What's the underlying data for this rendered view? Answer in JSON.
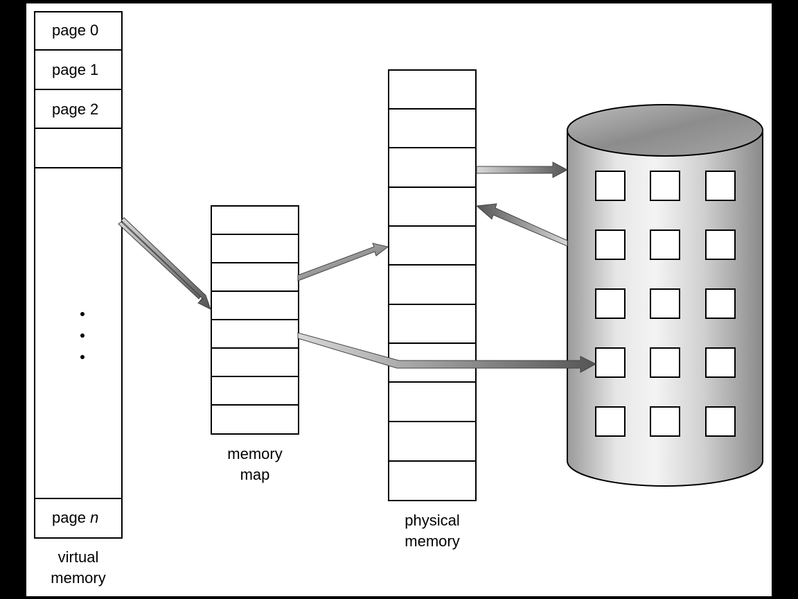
{
  "virtual_memory": {
    "pages": [
      "page 0",
      "page 1",
      "page 2"
    ],
    "last_page_prefix": "page ",
    "last_page_var": "n",
    "label_line1": "virtual",
    "label_line2": "memory"
  },
  "memory_map": {
    "label_line1": "memory",
    "label_line2": "map"
  },
  "physical_memory": {
    "label_line1": "physical",
    "label_line2": "memory"
  },
  "disk": {
    "name": "disk-cylinder"
  },
  "colors": {
    "background": "#000000",
    "canvas": "#ffffff",
    "outline": "#000000",
    "arrow_dark": "#555555",
    "arrow_light": "#cfcfcf"
  }
}
